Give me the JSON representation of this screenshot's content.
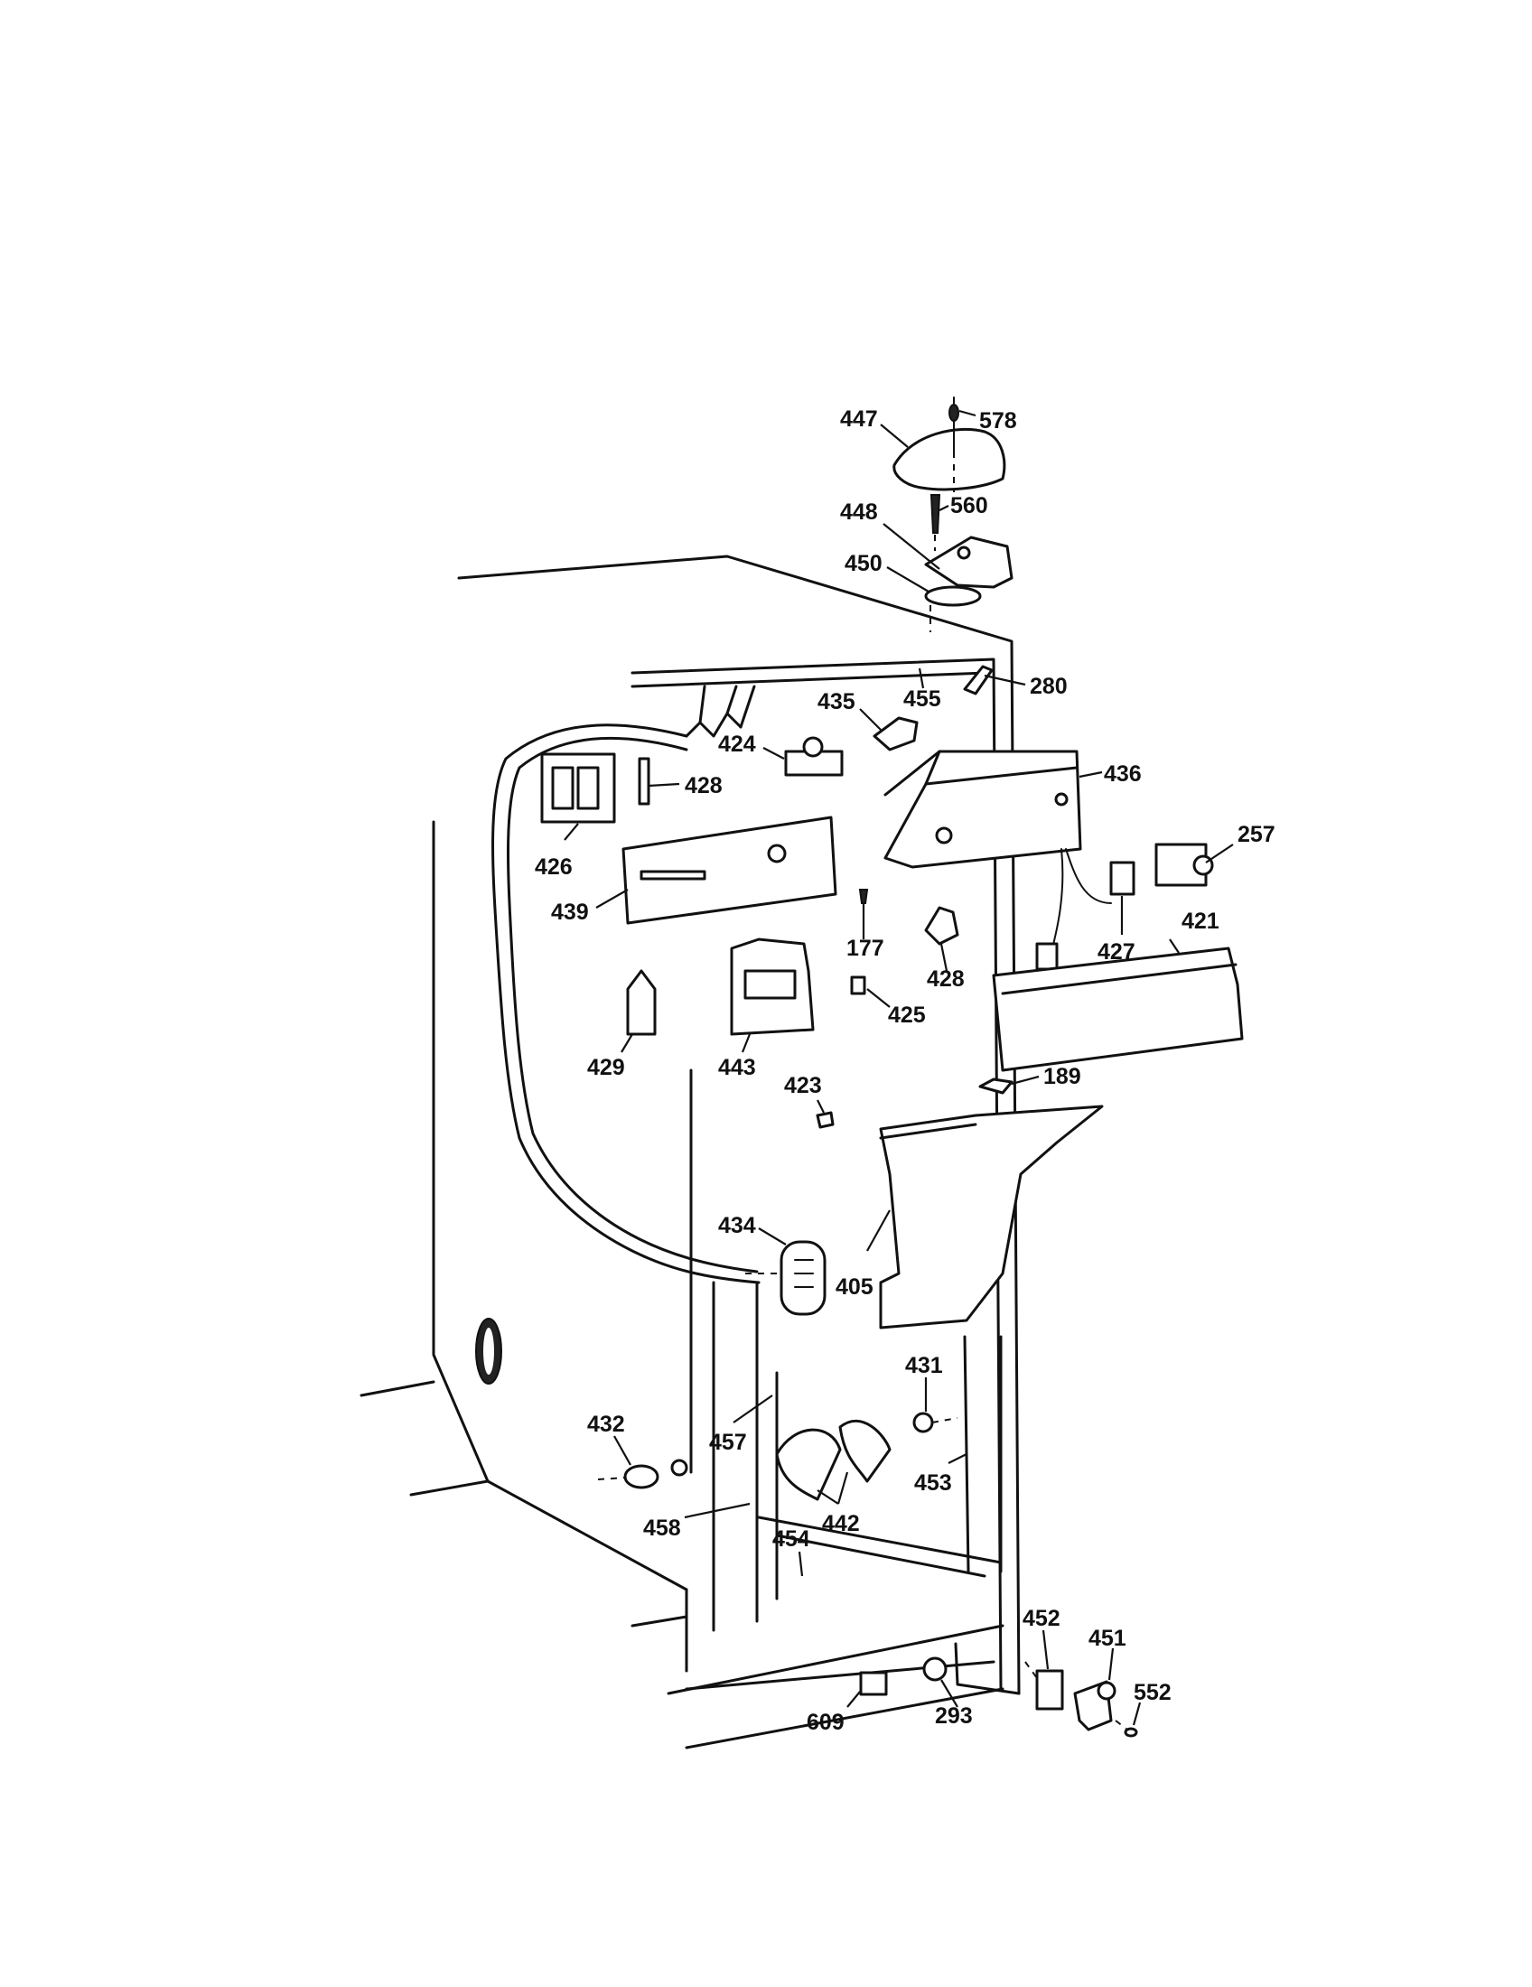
{
  "callouts": {
    "p578": "578",
    "p447": "447",
    "p560": "560",
    "p448": "448",
    "p450": "450",
    "p455": "455",
    "p280": "280",
    "p435": "435",
    "p424": "424",
    "p436": "436",
    "p428a": "428",
    "p426": "426",
    "p257": "257",
    "p439": "439",
    "p427": "427",
    "p421": "421",
    "p177": "177",
    "p428b": "428",
    "p425": "425",
    "p429": "429",
    "p443": "443",
    "p189": "189",
    "p423": "423",
    "p434": "434",
    "p405": "405",
    "p431": "431",
    "p432": "432",
    "p457": "457",
    "p453": "453",
    "p442": "442",
    "p458": "458",
    "p454": "454",
    "p452": "452",
    "p451": "451",
    "p552": "552",
    "p609": "609",
    "p293": "293"
  }
}
